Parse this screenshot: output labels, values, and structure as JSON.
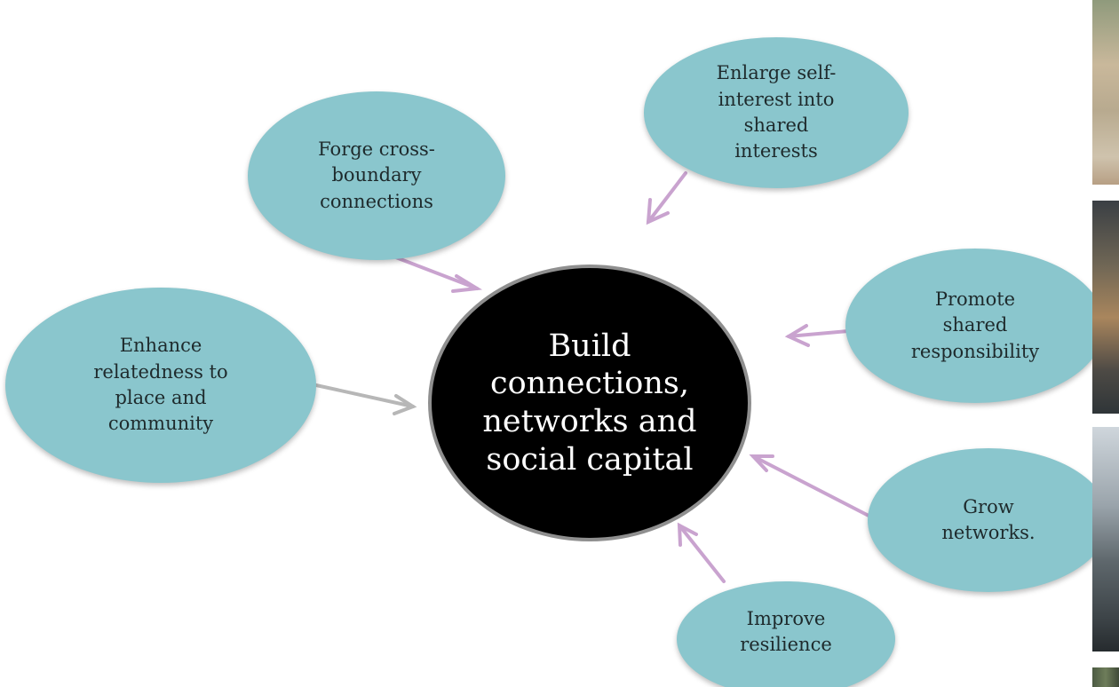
{
  "diagram": {
    "center": {
      "lines": [
        "Build",
        "connections,",
        "networks and",
        "social capital"
      ],
      "color": "#000000"
    },
    "bubble_color": "#8ac6cd",
    "arrow_color_purple": "#c9a3cf",
    "arrow_color_gray": "#b7b7b7",
    "nodes": [
      {
        "id": "forge",
        "lines": [
          "Forge cross-",
          "boundary",
          "connections"
        ]
      },
      {
        "id": "enlarge",
        "lines": [
          "Enlarge self-",
          "interest into",
          "shared",
          "interests"
        ]
      },
      {
        "id": "enhance",
        "lines": [
          "Enhance",
          "relatedness to",
          "place and",
          "community"
        ]
      },
      {
        "id": "promote",
        "lines": [
          "Promote",
          "shared",
          "responsibility"
        ]
      },
      {
        "id": "grow",
        "lines": [
          "Grow",
          "networks."
        ]
      },
      {
        "id": "improve",
        "lines": [
          "Improve",
          "resilience"
        ]
      }
    ]
  }
}
